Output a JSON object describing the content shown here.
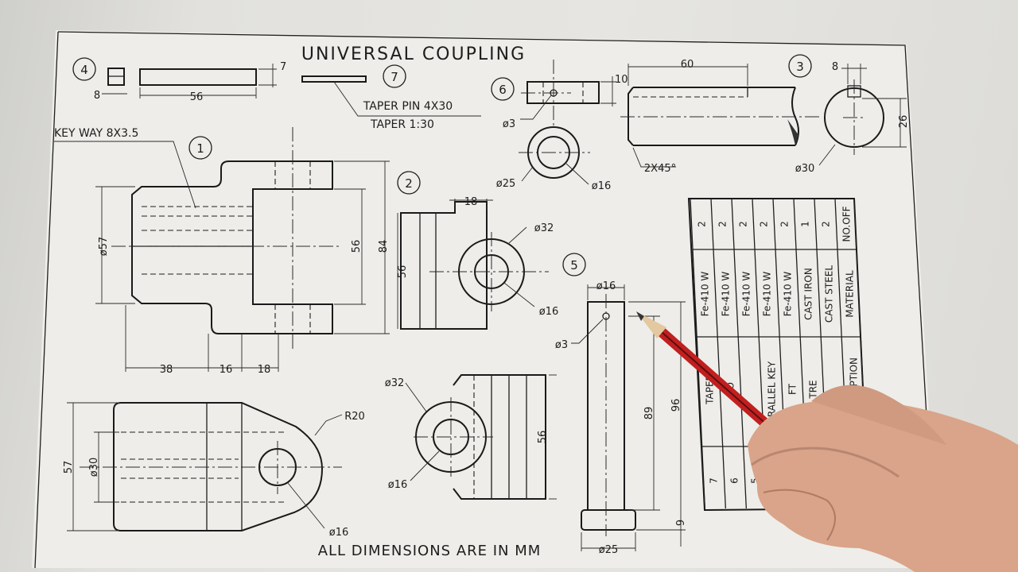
{
  "title": "UNIVERSAL COUPLING",
  "footer": "ALL DIMENSIONS ARE IN MM",
  "parts": {
    "p1": "1",
    "p2": "2",
    "p3": "3",
    "p4": "4",
    "p5": "5",
    "p6": "6",
    "p7": "7"
  },
  "notes": {
    "keyway": "KEY WAY 8X3.5",
    "taper_pin": "TAPER PIN 4X30",
    "taper": "TAPER 1:30",
    "chamfer": "2X45°"
  },
  "dims": {
    "d56_p4": "56",
    "d8_p4": "8",
    "d7_p4": "7",
    "d10_p6": "10",
    "d3_p6": "ø3",
    "d25_p6": "ø25",
    "d16_p6": "ø16",
    "d60_p3": "60",
    "d8_p3": "8",
    "d26_p3": "26",
    "d30_p3": "ø30",
    "d57_p1": "ø57",
    "d56_p1": "56",
    "d84_p1": "84",
    "d38_p1": "38",
    "d16_p1": "16",
    "d18_p1": "18",
    "d18_p2": "18",
    "d32_p2": "ø32",
    "d56_p2": "56",
    "d16_p2": "ø16",
    "d16_p5": "ø16",
    "d3_p5": "ø3",
    "d89_p5": "89",
    "d96_p5": "96",
    "d9_p5": "9",
    "d25_p5": "ø25",
    "d57_b": "57",
    "d30_b": "ø30",
    "r20_b": "R20",
    "d16_b": "ø16",
    "d32_c": "ø32",
    "d16_c": "ø16",
    "d56_c": "56"
  },
  "table": {
    "no_off": [
      "2",
      "2",
      "2",
      "2",
      "2",
      "1",
      "2"
    ],
    "material": [
      "Fe-410 W",
      "Fe-410 W",
      "Fe-410 W",
      "Fe-410 W",
      "Fe-410 W",
      "CAST IRON",
      "CAST STEEL"
    ],
    "description_partial": [
      "TAPER",
      "CO",
      "",
      "RALLEL KEY",
      "FT",
      "TRE",
      ""
    ],
    "part_no": [
      "7",
      "6",
      "5"
    ],
    "header_no_off": "NO.OFF",
    "header_material": "MATERIAL",
    "header_description_partial": "IPTION"
  }
}
